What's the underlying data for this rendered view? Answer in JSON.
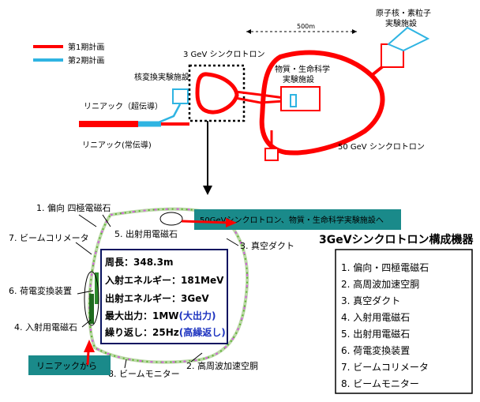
{
  "legend": {
    "phase1": {
      "label": "第1期計画",
      "color": "#ff0000"
    },
    "phase2": {
      "label": "第2期計画",
      "color": "#2fb4e2"
    }
  },
  "facility": {
    "sync3": "3 GeV シンクロトロン",
    "sync50": "50 GeV シンクロトロン",
    "transmutation": "核変換実験施設",
    "materials_line1": "物質・生命科学",
    "materials_line2": "実験施設",
    "nuclear_line1": "原子核・素粒子",
    "nuclear_line2": "実験施設",
    "linac_sc": "リニアック（超伝導）",
    "linac_nc": "リニアック(常伝導)",
    "scale": "500m"
  },
  "ring": {
    "labels": {
      "bend": "1. 偏向 四極電磁石",
      "collimator": "7. ビームコリメータ",
      "extraction": "5. 出射用電磁石",
      "vacuum": "3. 真空ダクト",
      "stripper": "6. 荷電変換装置",
      "injection": "4. 入射用電磁石",
      "monitor": "8. ビームモニター",
      "rf": "2. 高周波加速空胴"
    },
    "to_50gev": "50GeVシンクロトロン、物質・生命科学実験施設へ",
    "from_linac": "リニアックから"
  },
  "params": {
    "circumference": "周長：348.3m",
    "injection": "入射エネルギー：181MeV",
    "extraction": "出射エネルギー：3GeV",
    "power_main": "最大出力：1MW",
    "power_note": "(大出力)",
    "rep_main": "繰り返し：25Hz",
    "rep_note": "(高繰返し)"
  },
  "components": {
    "title": "3GeVシンクロトロン構成機器",
    "items": [
      "1. 偏向・四極電磁石",
      "2. 高周波加速空胴",
      "3. 真空ダクト",
      "4. 入射用電磁石",
      "5. 出射用電磁石",
      "6. 荷電変換装置",
      "7. ビームコリメータ",
      "8. ビームモニター"
    ]
  }
}
